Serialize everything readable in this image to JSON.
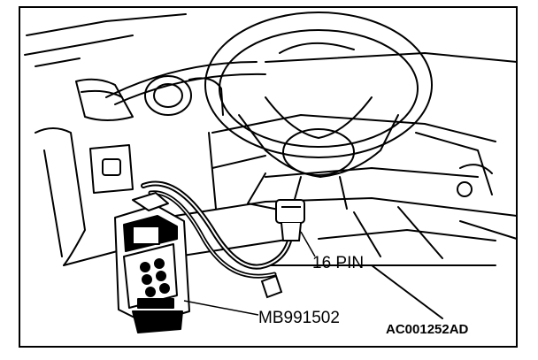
{
  "labels": {
    "connector_pin": "16 PIN",
    "tool_part_number": "MB991502",
    "figure_code": "AC001252AD"
  },
  "colors": {
    "line": "#000000",
    "background": "#ffffff"
  }
}
